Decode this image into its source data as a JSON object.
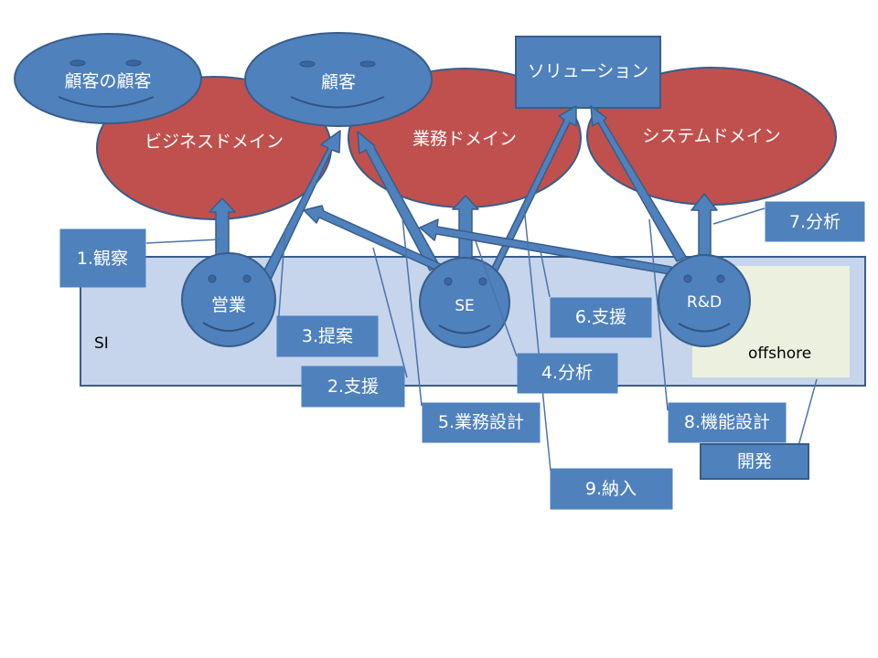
{
  "domains": {
    "business": "ビジネスドメイン",
    "gyomu": "業務ドメイン",
    "system": "システムドメイン"
  },
  "actors": {
    "customers_customer": "顧客の顧客",
    "customer": "顧客",
    "sales": "営業",
    "se": "SE",
    "rd": "R&D"
  },
  "solution": "ソリューション",
  "areas": {
    "si": "SI",
    "offshore": "offshore"
  },
  "steps": {
    "s1": "1.観察",
    "s2": "2.支援",
    "s3": "3.提案",
    "s4": "4.分析",
    "s5": "5.業務設計",
    "s6": "6.支援",
    "s7": "7.分析",
    "s8": "8.機能設計",
    "s9": "9.納入",
    "dev": "開発"
  },
  "colors": {
    "domain_fill": "#c0504d",
    "actor_fill": "#4f81bd",
    "stroke": "#385d8a",
    "si_fill": "#c6d5ec",
    "offshore_fill": "#ebf1de"
  }
}
